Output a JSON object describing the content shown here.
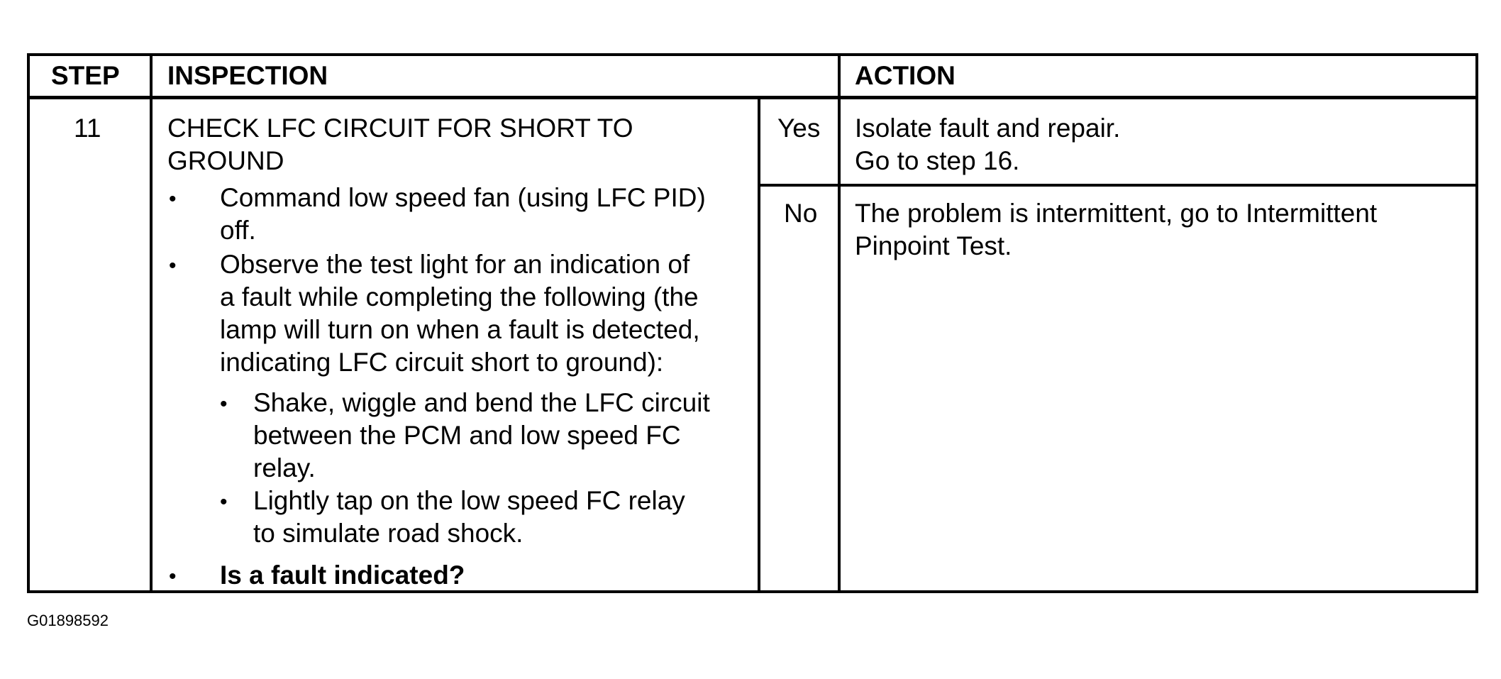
{
  "table": {
    "headers": {
      "step": "STEP",
      "inspection": "INSPECTION",
      "action": "ACTION"
    },
    "row": {
      "step": "11",
      "inspection": {
        "title_line1": "CHECK LFC CIRCUIT FOR SHORT TO",
        "title_line2": "GROUND",
        "bullets": [
          {
            "lines": [
              "Command low speed fan (using LFC PID)",
              "off."
            ]
          },
          {
            "lines": [
              "Observe the test light for an indication of",
              "a fault while completing the following (the",
              "lamp will turn on when a fault is detected,",
              "indicating LFC circuit short to ground):"
            ]
          }
        ],
        "sub_bullets": [
          {
            "lines": [
              "Shake, wiggle and bend the LFC circuit",
              "between the PCM and low speed FC",
              "relay."
            ]
          },
          {
            "lines": [
              "Lightly tap on the low speed FC relay",
              "to simulate road shock."
            ]
          }
        ],
        "question": "Is a fault indicated?"
      },
      "yes": {
        "label": "Yes",
        "action_line1": "Isolate fault and repair.",
        "action_line2": "Go to step 16."
      },
      "no": {
        "label": "No",
        "action_line1": "The problem is intermittent, go to Intermittent",
        "action_line2": "Pinpoint Test."
      }
    }
  },
  "caption": "G01898592"
}
